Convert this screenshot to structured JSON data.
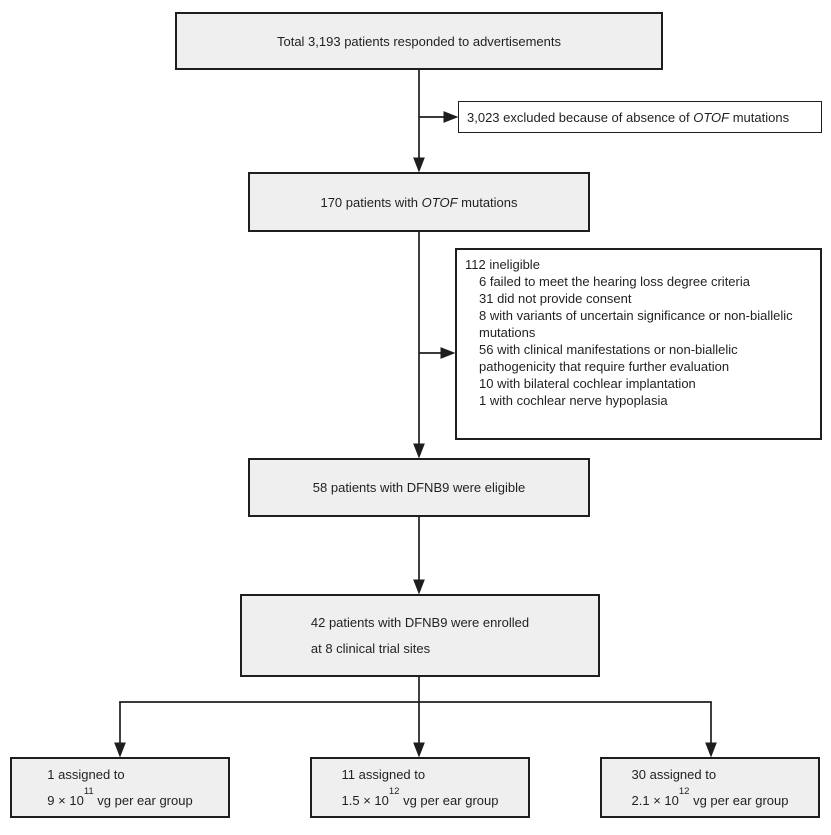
{
  "colors": {
    "box_fill": "#efefef",
    "side_box_fill": "#ffffff",
    "border": "#1e1e1e",
    "connector": "#1e1e1e",
    "text": "#231f20",
    "background": "#ffffff"
  },
  "flow": {
    "responded_box": {
      "label": "Total 3,193 patients responded to advertisements"
    },
    "excluded_box": {
      "pre": "3,023 excluded because of absence of ",
      "gene": "OTOF",
      "post": " mutations"
    },
    "otof_box": {
      "pre": "170 patients with ",
      "gene": "OTOF",
      "post": " mutations"
    },
    "ineligible_box": {
      "heading": "112 ineligible",
      "items": [
        "6 failed to meet the hearing loss degree criteria",
        "31 did not provide consent",
        "8 with variants of uncertain significance or non-biallelic mutations",
        "56 with clinical manifestations or non-biallelic pathogenicity that require further evaluation",
        "10 with bilateral cochlear implantation",
        "1 with cochlear nerve hypoplasia"
      ]
    },
    "eligible_box": {
      "label": "58 patients with DFNB9 were eligible"
    },
    "enrolled_box": {
      "line1": "42 patients with DFNB9 were enrolled",
      "line2": "at 8 clinical trial sites"
    },
    "dose_groups": [
      {
        "line1": "1 assigned to",
        "dose_base": "9 × 10",
        "dose_exp": "11",
        "dose_suffix": " vg per ear group"
      },
      {
        "line1": "11 assigned to",
        "dose_base": "1.5 × 10",
        "dose_exp": "12",
        "dose_suffix": " vg per ear group"
      },
      {
        "line1": "30 assigned to",
        "dose_base": "2.1 × 10",
        "dose_exp": "12",
        "dose_suffix": " vg per ear group"
      }
    ]
  }
}
